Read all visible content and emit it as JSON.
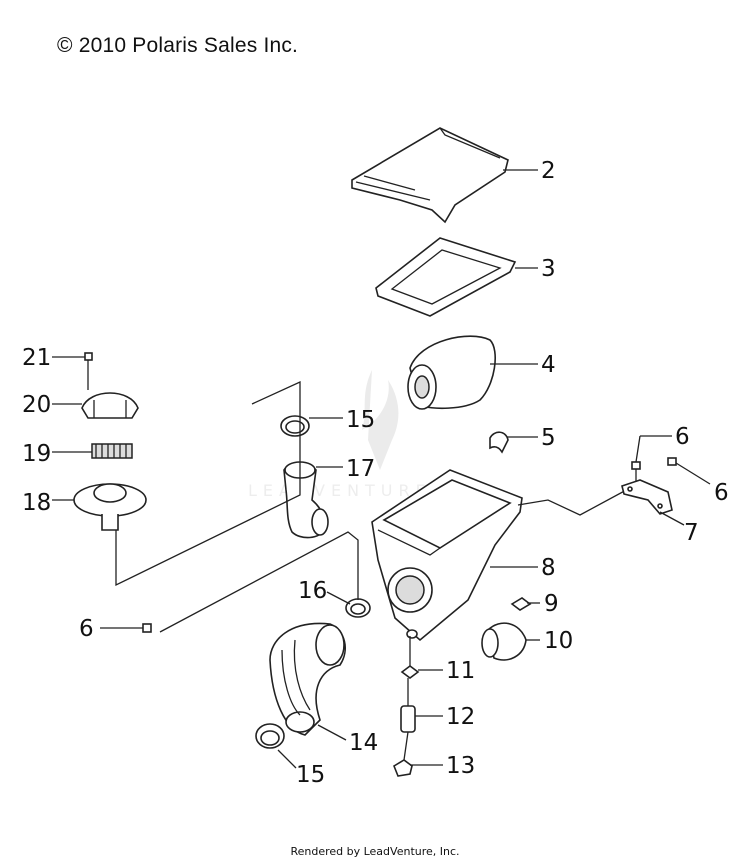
{
  "header": {
    "copyright": "© 2010 Polaris Sales Inc."
  },
  "footer": {
    "rendered_by": "Rendered by LeadVenture, Inc."
  },
  "watermark": {
    "text": "LEADVENTURE"
  },
  "callouts": {
    "c2": "2",
    "c3": "3",
    "c4": "4",
    "c5": "5",
    "c6a": "6",
    "c6b": "6",
    "c6c": "6",
    "c7": "7",
    "c8": "8",
    "c9": "9",
    "c10": "10",
    "c11": "11",
    "c12": "12",
    "c13": "13",
    "c14": "14",
    "c15a": "15",
    "c15b": "15",
    "c16": "16",
    "c17": "17",
    "c18": "18",
    "c19": "19",
    "c20": "20",
    "c21": "21"
  }
}
